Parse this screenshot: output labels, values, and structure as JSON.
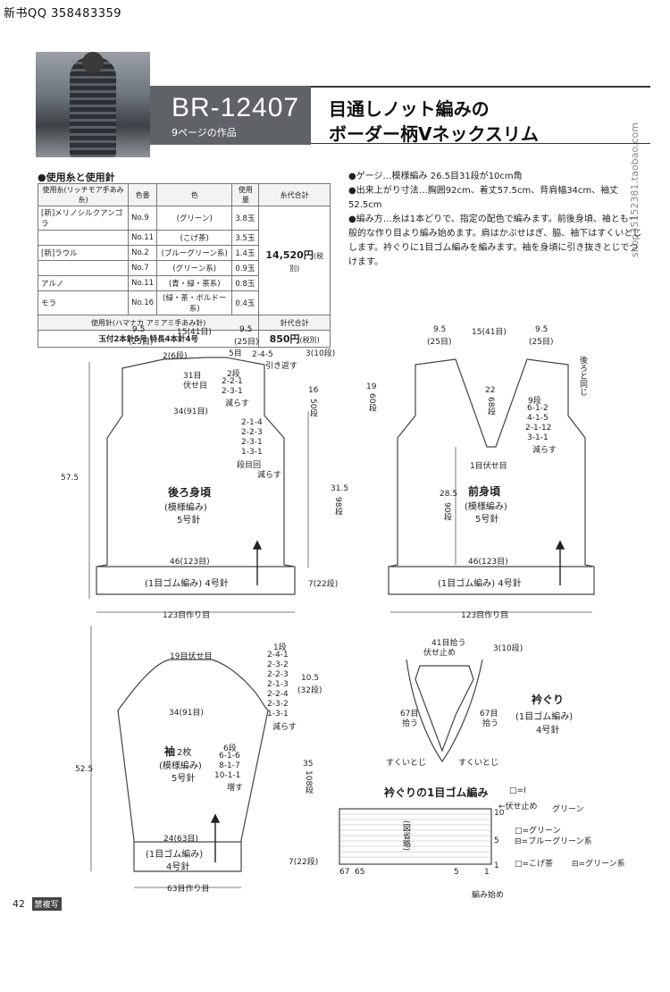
{
  "watermark": "新书QQ 358483359",
  "taobao": "shop35152381.taobao.com",
  "header": {
    "code": "BR-12407",
    "sub": "9ページの作品",
    "title_line1": "目通しノット編みの",
    "title_line2": "ボーダー柄Vネックスリム"
  },
  "materials": {
    "title": "●使用糸と使用針",
    "head": [
      "使用糸(リッチモア手あみ糸)",
      "色番",
      "色",
      "使用量",
      "糸代合計"
    ],
    "rows": [
      [
        "[新]メリノシルクアンゴラ",
        "No.9",
        "(グリーン)",
        "3.8玉"
      ],
      [
        "",
        "No.11",
        "(こげ茶)",
        "3.5玉"
      ],
      [
        "[新]ラウル",
        "No.2",
        "(ブルーグリーン系)",
        "1.4玉"
      ],
      [
        "",
        "No.7",
        "(グリーン系)",
        "0.9玉"
      ],
      [
        "アルノ",
        "No.11",
        "(青・緑・茶系)",
        "0.8玉"
      ],
      [
        "モラ",
        "No.16",
        "(緑・茶・ボルドー系)",
        "0.4玉"
      ]
    ],
    "total": "14,520円",
    "total_tax": "(税別)",
    "needle_head": "使用針(ハマナカ アミアミ手あみ針)",
    "needle_total_head": "針代合計",
    "needle_text": "玉付2本針5号 特長4本針4号",
    "needle_total": "850円",
    "needle_tax": "(税別)"
  },
  "spec": {
    "gauge": "●ゲージ…模様編み 26.5目31段が10cm角",
    "size": "●出来上がり寸法…胸囲92cm、着丈57.5cm、背肩幅34cm、袖丈52.5cm",
    "method": "●編み方…糸は1本どりで、指定の配色で編みます。前後身頃、袖とも一般的な作り目より編み始めます。肩はかぶせはぎ、脇、袖下はすくいとじします。衿ぐりに1目ゴム編みを編みます。袖を身頃に引き抜きとじでつけます。"
  },
  "back": {
    "w_left": "9.5",
    "w_left_s": "(25目)",
    "w_mid": "15",
    "w_mid_s": "(41目)",
    "w_right": "9.5",
    "w_right_s": "(25目)",
    "neck_rows": "2(6段)",
    "neck_five": "5目",
    "neck_bind": "31目",
    "neck_bind2": "伏せ目",
    "shoulder_steps": [
      "2段",
      "2-2-1",
      "2-3-1",
      "減らす"
    ],
    "shoulder_steps_top": [
      "2-4-5",
      "引き返す"
    ],
    "shoulder_h": "3(10段)",
    "armhole_h": "16",
    "armhole_rows": "50段",
    "bust": "34(91目)",
    "arm_dec": [
      "2-1-4",
      "2-2-3",
      "2-3-1",
      "1-3-1",
      "段目回"
    ],
    "arm_dec2": "減らす",
    "total_h": "57.5",
    "side_h": "31.5",
    "side_rows": "98段",
    "name": "後ろ身頃",
    "pattern": "(模様編み)",
    "needle": "5号針",
    "hem_w": "46(123目)",
    "rib": "(1目ゴム編み) 4号針",
    "rib_h": "7(22段)",
    "cast_on": "123目作り目"
  },
  "front": {
    "w_left": "9.5",
    "w_left_s": "(25目)",
    "w_mid": "15",
    "w_mid_s": "(41目)",
    "w_right": "9.5",
    "w_right_s": "(25目)",
    "same_as_back": "後ろと同じ",
    "v_h": "22",
    "v_rows": "68段",
    "total_h_left": "19",
    "total_h_left_rows": "60段",
    "v_dec": [
      "9段",
      "6-1-2",
      "4-1-5",
      "2-1-12",
      "3-1-1"
    ],
    "v_dec2": "減らす",
    "center": "1目伏せ目",
    "side_h": "28.5",
    "side_rows": "90段",
    "name": "前身頃",
    "pattern": "(模様編み)",
    "needle": "5号針",
    "hem_w": "46(123目)",
    "rib": "(1目ゴム編み) 4号針",
    "cast_on": "123目作り目"
  },
  "sleeve": {
    "top_bind": "19目伏せ目",
    "cap_steps": [
      "1段",
      "2-4-1",
      "2-3-2",
      "2-2-3",
      "2-1-3",
      "2-2-4",
      "2-3-2",
      "1-3-1"
    ],
    "cap_dec": "減らす",
    "cap_h": "10.5",
    "cap_rows": "(32段)",
    "width": "34(91目)",
    "total_h": "52.5",
    "name": "袖",
    "count": "2枚",
    "pattern": "(模様編み)",
    "needle": "5号針",
    "inc": [
      "6段",
      "6-1-6",
      "8-1-7",
      "10-1-1"
    ],
    "inc2": "増す",
    "body_h": "35",
    "body_rows": "108段",
    "cuff_w": "24(63目)",
    "rib": "(1目ゴム編み)",
    "rib_needle": "4号針",
    "rib_h": "7(22段)",
    "cast_on": "63目作り目"
  },
  "collar": {
    "pickup_top": "41目拾う",
    "bind": "伏せ止め",
    "rows": "3(10段)",
    "left_pick": "67目",
    "left_pick2": "拾う",
    "right_pick": "67目",
    "right_pick2": "拾う",
    "sew1": "すくいとじ",
    "sew2": "すくいとじ",
    "name": "衿ぐり",
    "rib": "(1目ゴム編み)",
    "needle": "4号針"
  },
  "chart": {
    "title": "衿ぐりの1目ゴム編み",
    "legend_top": "□=Ⅰ",
    "bind_label": "←伏せ止め",
    "green": "グリーン",
    "mid_label": "(図省略)",
    "key1": "□=グリーン",
    "key2": "⊟=ブルーグリーン系",
    "key3": "□=こげ茶",
    "key4": "⊟=グリーン系",
    "row10": "10",
    "row5": "5",
    "row1": "1",
    "col67": "67",
    "col65": "65",
    "col5": "5",
    "col1": "1",
    "start": "編み始め"
  },
  "footer": {
    "page": "42",
    "tag": "禁複写"
  }
}
